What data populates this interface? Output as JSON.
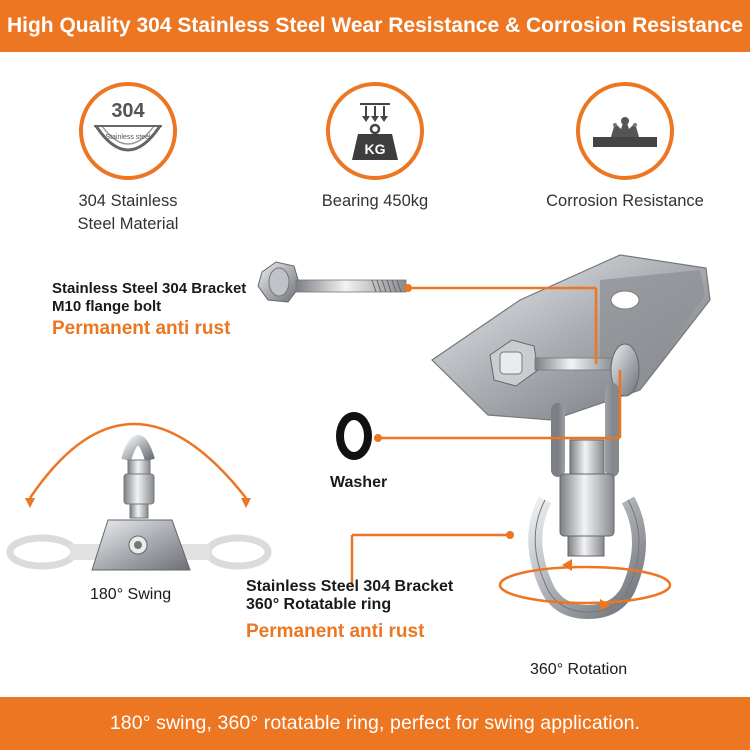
{
  "header": {
    "title": "High Quality 304 Stainless Steel Wear Resistance & Corrosion Resistance"
  },
  "features": [
    {
      "icon": "stainless-steel-304-icon",
      "badge_number": "304",
      "badge_text": "Stainless steel",
      "caption_line1": "304 Stainless",
      "caption_line2": "Steel Material"
    },
    {
      "icon": "weight-kg-icon",
      "badge_text": "KG",
      "caption_line1": "Bearing 450kg"
    },
    {
      "icon": "corrosion-resistance-icon",
      "caption_line1": "Corrosion Resistance"
    }
  ],
  "bolt_label": {
    "line1": "Stainless Steel 304 Bracket",
    "line2": "M10 flange bolt",
    "highlight": "Permanent anti rust"
  },
  "washer_label": "Washer",
  "swing_label": "180° Swing",
  "ring_label": {
    "line1": "Stainless Steel 304 Bracket",
    "line2": "360° Rotatable ring",
    "highlight": "Permanent anti rust"
  },
  "rotation_label": "360° Rotation",
  "footer": {
    "text": "180° swing, 360° rotatable ring, perfect for swing application."
  },
  "colors": {
    "accent": "#ec7622",
    "steel": "#b9bcc0",
    "text": "#1a1a1a"
  }
}
